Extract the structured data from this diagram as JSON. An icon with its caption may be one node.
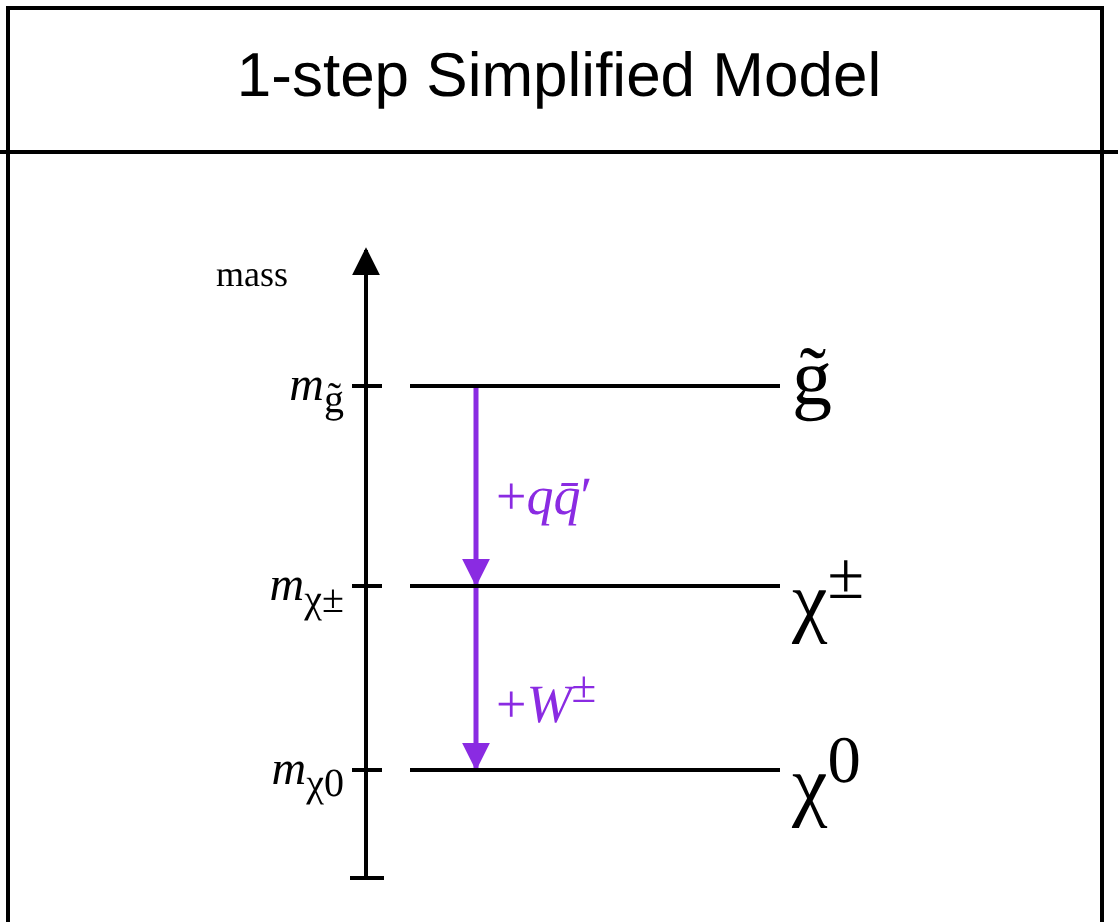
{
  "diagram": {
    "title": "1-step Simplified Model",
    "nodes": [
      {
        "text": [],
        "shape": "bar",
        "beside": [
          "g̃"
        ]
      },
      {
        "text": [],
        "shape": "bar",
        "beside": [
          "χ$^{±}$"
        ]
      },
      {
        "text": [],
        "shape": "bar",
        "beside": [
          "χ$^{0}$"
        ]
      }
    ],
    "edges": [
      {
        "from": 0,
        "to": 1,
        "arrow": "to",
        "label": "+*qq̄*′",
        "color": "#8a2be2"
      },
      {
        "from": 1,
        "to": 2,
        "arrow": "to",
        "label": "+*W*$^{±}$",
        "color": "#8a2be2"
      }
    ],
    "labels": [
      "mass",
      "*m*$_{g̃}$",
      "*m*$_{χ±}$",
      "*m*$_{χ0}$"
    ]
  }
}
